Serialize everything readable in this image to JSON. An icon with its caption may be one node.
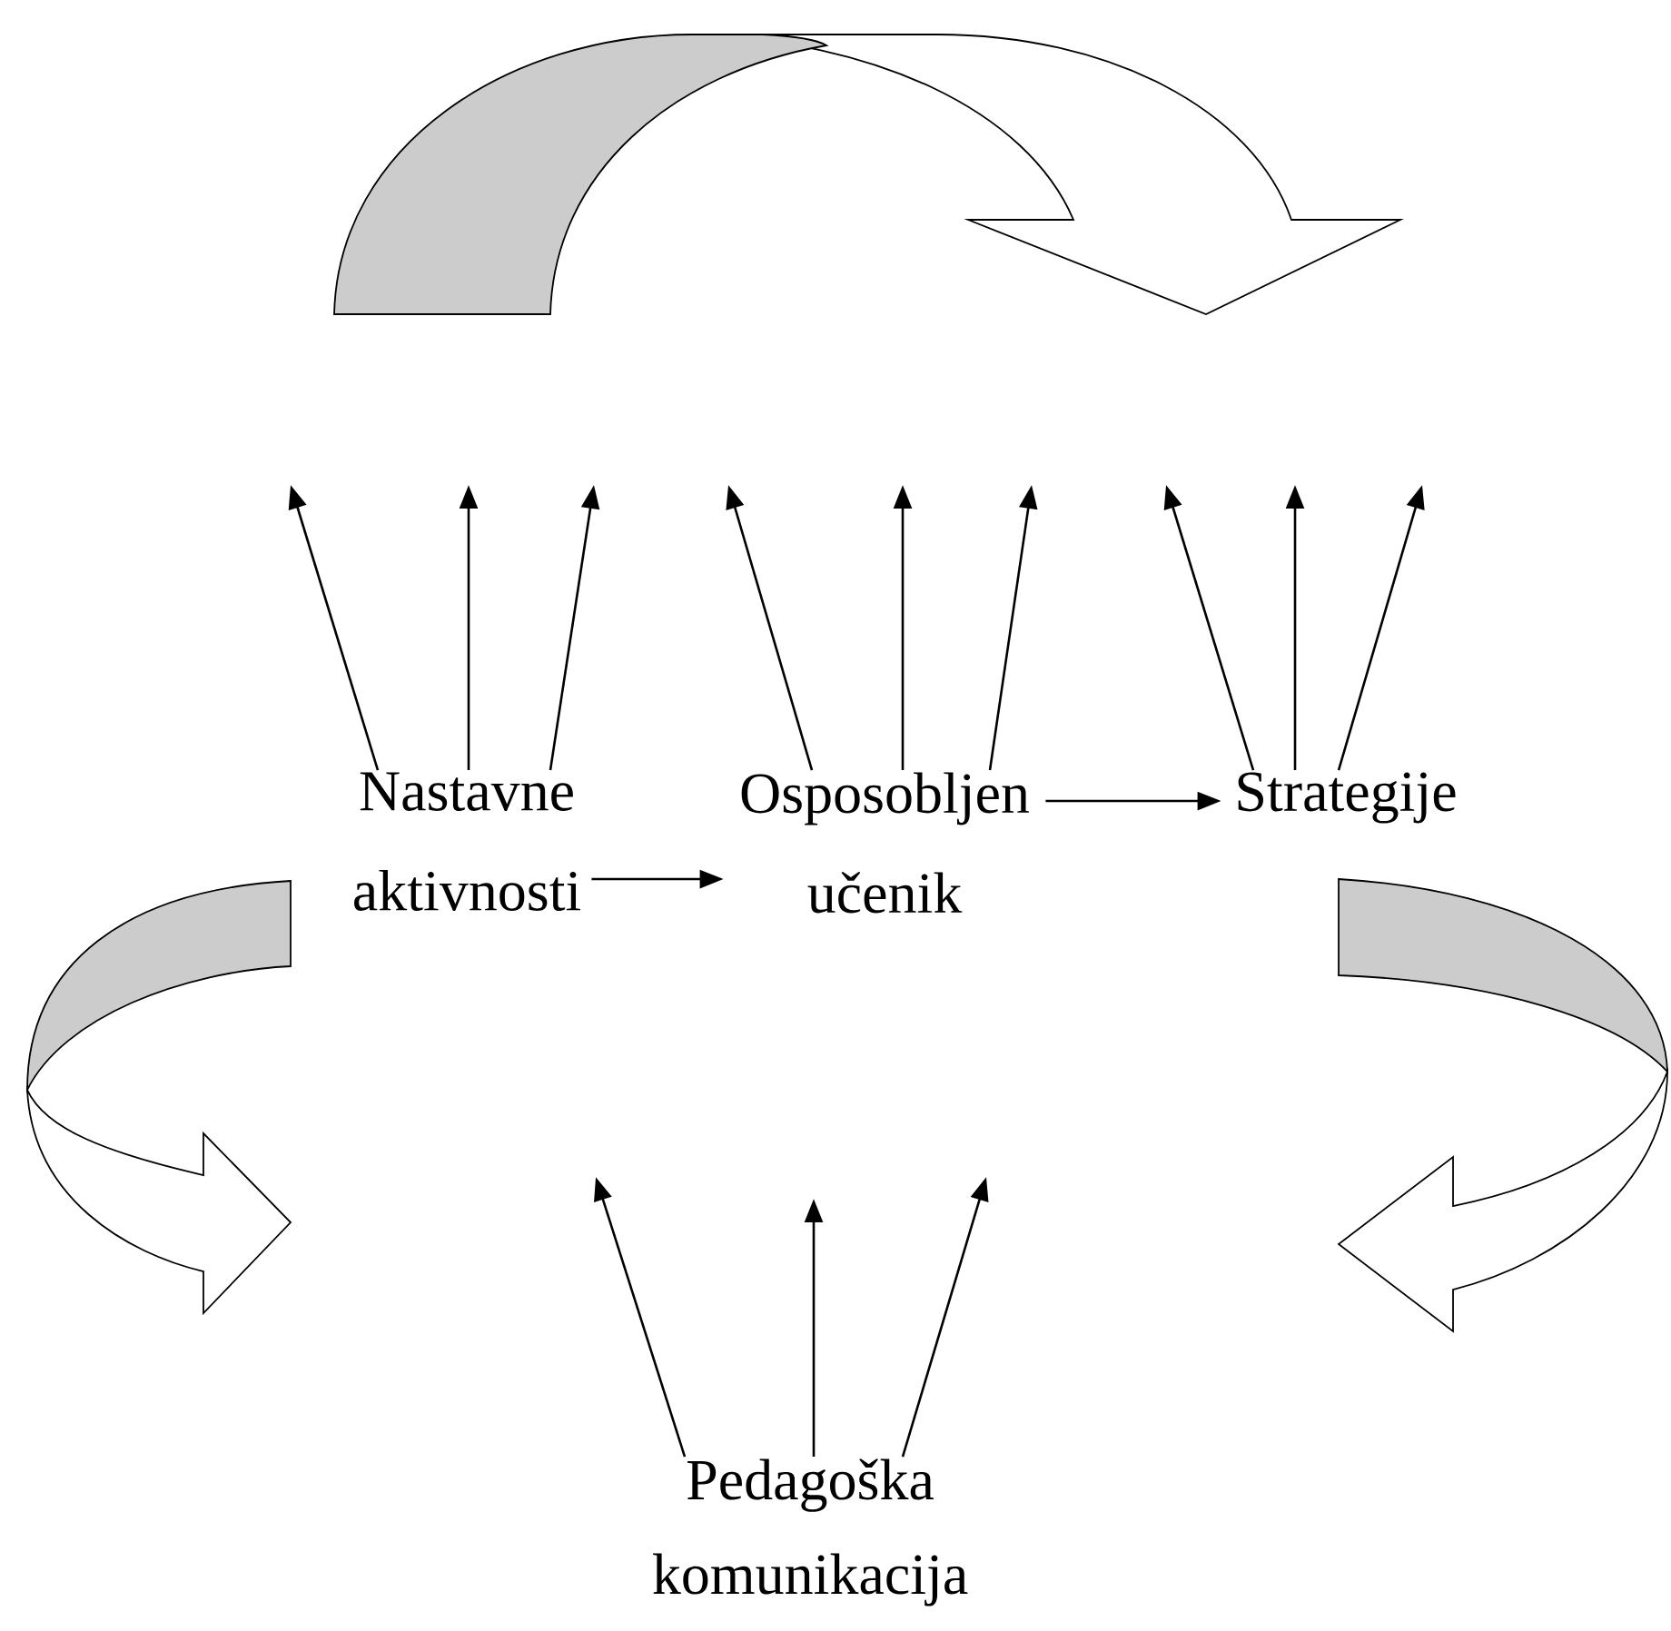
{
  "diagram": {
    "nodes": [
      {
        "text": [
          "Nastavne aktivnosti"
        ]
      },
      {
        "text": [
          "Osposobljen učenik"
        ]
      },
      {
        "text": [
          "Strategije"
        ]
      },
      {
        "text": [
          "Pedagoška komunikacija"
        ]
      }
    ],
    "edges": [
      {
        "from": 0,
        "to": 1,
        "arrow": "to"
      },
      {
        "from": 1,
        "to": 2,
        "arrow": "to"
      },
      {
        "from": 0,
        "to": null,
        "arrow": "to"
      },
      {
        "from": 0,
        "to": null,
        "arrow": "to"
      },
      {
        "from": 0,
        "to": null,
        "arrow": "to"
      },
      {
        "from": 1,
        "to": null,
        "arrow": "to"
      },
      {
        "from": 1,
        "to": null,
        "arrow": "to"
      },
      {
        "from": 1,
        "to": null,
        "arrow": "to"
      },
      {
        "from": 2,
        "to": null,
        "arrow": "to"
      },
      {
        "from": 2,
        "to": null,
        "arrow": "to"
      },
      {
        "from": 2,
        "to": null,
        "arrow": "to"
      },
      {
        "from": 3,
        "to": null,
        "arrow": "to"
      },
      {
        "from": 3,
        "to": null,
        "arrow": "to"
      },
      {
        "from": 3,
        "to": null,
        "arrow": "to"
      }
    ]
  }
}
